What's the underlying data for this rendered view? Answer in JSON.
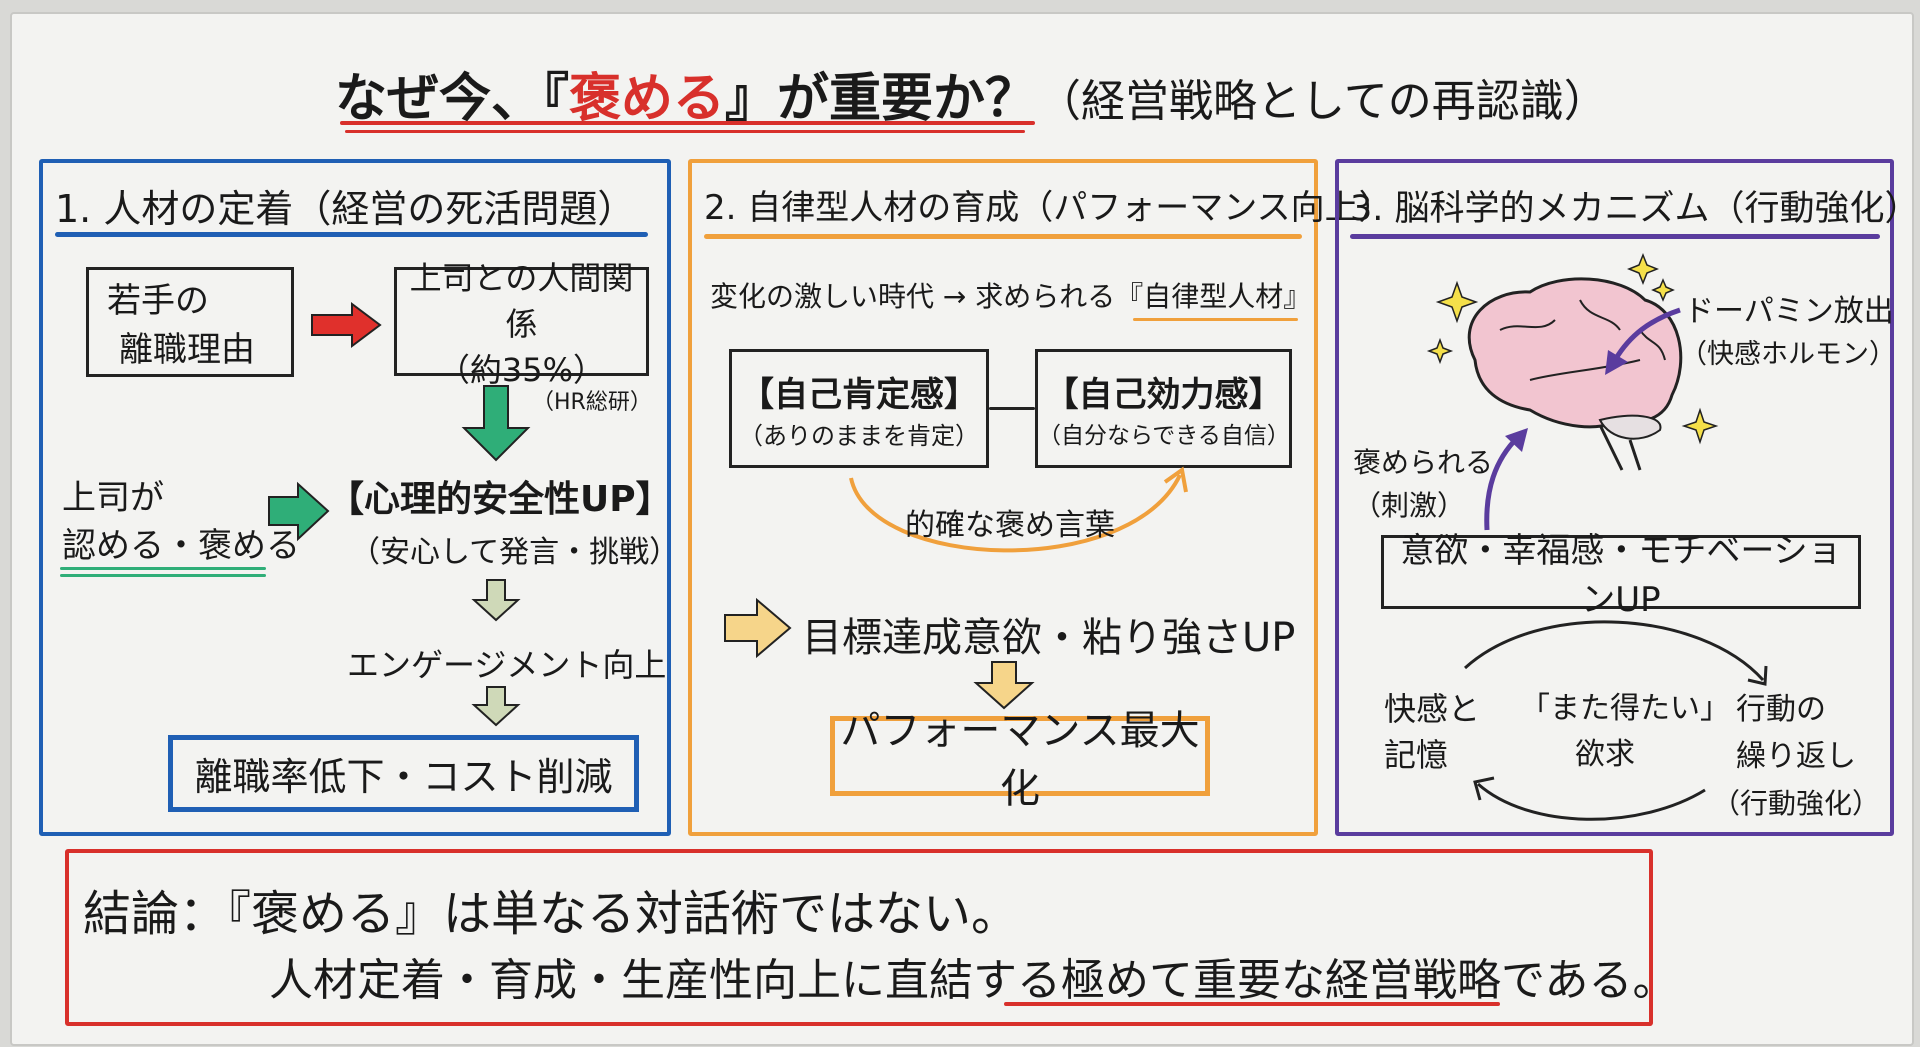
{
  "title": {
    "before": "なぜ今、『",
    "highlight": "褒める",
    "after": "』が重要か？",
    "sub": "（経営戦略としての再認識）"
  },
  "colors": {
    "red": "#d8302b",
    "blue": "#1f5fb4",
    "orange": "#f0a03c",
    "purple": "#5a3c9e",
    "green": "#2fae78",
    "board": "#f3f3f1"
  },
  "panel1": {
    "heading": "1. 人材の定着（経営の死活問題）",
    "reason_box": [
      "若手の",
      "離職理由"
    ],
    "relation_box": [
      "上司との人間関係",
      "（約35%）"
    ],
    "source": "（HR総研）",
    "boss": [
      "上司が",
      "認める・褒める"
    ],
    "safety": "【心理的安全性UP】",
    "safety_sub": "（安心して発言・挑戦）",
    "engagement": "エンゲージメント向上",
    "result": "離職率低下・コスト削減"
  },
  "panel2": {
    "heading": "2. 自律型人材の育成（パフォーマンス向上）",
    "era_text": "変化の激しい時代 → 求められる",
    "era_highlight": "『自律型人材』",
    "self_esteem": [
      "【自己肯定感】",
      "（ありのままを肯定）"
    ],
    "self_efficacy": [
      "【自己効力感】",
      "（自分ならできる自信）"
    ],
    "praise_words": "的確な褒め言葉",
    "motivation": "目標達成意欲・粘り強さUP",
    "result": "パフォーマンス最大化"
  },
  "panel3": {
    "heading": "3. 脳科学的メカニズム（行動強化）",
    "dopamine": [
      "ドーパミン放出",
      "（快感ホルモン）"
    ],
    "praised": [
      "褒められる",
      "（刺激）"
    ],
    "motivation_box": "意欲・幸福感・モチベーションUP",
    "cycle": {
      "left": [
        "快感と",
        "記憶"
      ],
      "middle": [
        "「また得たい」",
        "欲求"
      ],
      "right": [
        "行動の",
        "繰り返し",
        "（行動強化）"
      ]
    }
  },
  "conclusion": {
    "line1": "結論：『褒める』は単なる対話術ではない。",
    "line2_before": "人材定着・育成・生産性向上に直結する",
    "line2_highlight": "極めて重要な経営戦略",
    "line2_after": "である。"
  }
}
